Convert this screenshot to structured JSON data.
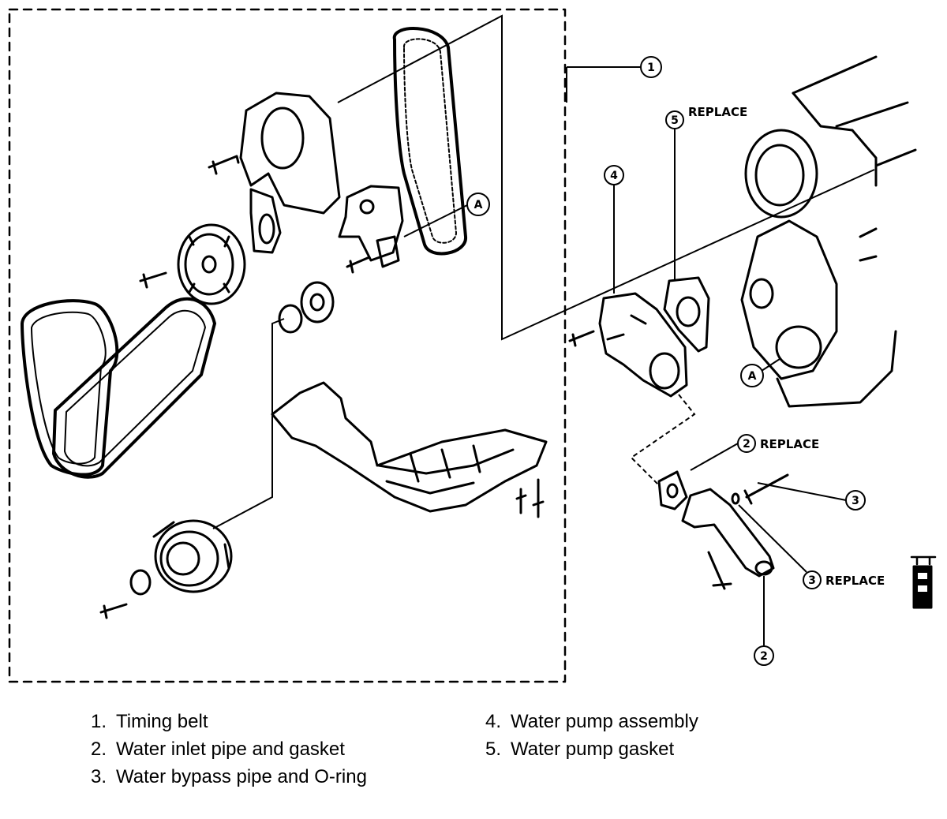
{
  "callouts": {
    "c1": "1",
    "c2a": "2",
    "c2a_note": "REPLACE",
    "c2b": "2",
    "c3a": "3",
    "c3b": "3",
    "c3b_note": "REPLACE",
    "c4": "4",
    "c5": "5",
    "c5_note": "REPLACE",
    "cA1": "A",
    "cA2": "A"
  },
  "legend": {
    "left": [
      {
        "num": "1.",
        "text": "Timing belt"
      },
      {
        "num": "2.",
        "text": "Water inlet pipe and gasket"
      },
      {
        "num": "3.",
        "text": "Water bypass pipe and O-ring"
      }
    ],
    "right": [
      {
        "num": "4.",
        "text": "Water pump assembly"
      },
      {
        "num": "5.",
        "text": "Water pump gasket"
      }
    ]
  }
}
